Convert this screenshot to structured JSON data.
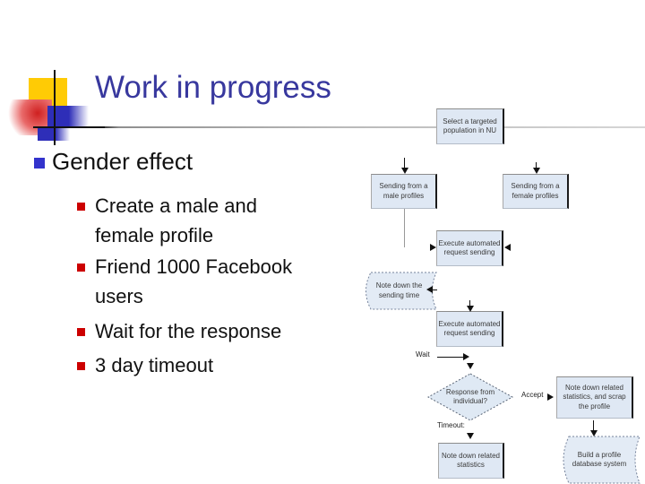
{
  "slide": {
    "title": "Work in progress",
    "bullet_l1": "Gender effect",
    "bullets_l2": [
      {
        "text": "Create a male and female profile"
      },
      {
        "text": "Friend 1000 Facebook users"
      },
      {
        "text": "Wait for the response"
      },
      {
        "text": "3 day timeout"
      }
    ]
  },
  "flowchart": {
    "nodes": [
      {
        "id": "select-population",
        "shape": "rect",
        "label": "Select a targeted population in NU"
      },
      {
        "id": "sending-male",
        "shape": "rect",
        "label": "Sending from a male profiles"
      },
      {
        "id": "sending-female",
        "shape": "rect",
        "label": "Sending from a female profiles"
      },
      {
        "id": "execute-1",
        "shape": "rect",
        "label": "Execute automated request sending"
      },
      {
        "id": "note-sending-time",
        "shape": "stored-data",
        "label": "Note down the sending time"
      },
      {
        "id": "execute-2",
        "shape": "rect",
        "label": "Execute automated request sending"
      },
      {
        "id": "response-decision",
        "shape": "diamond",
        "label": "Response from individual?"
      },
      {
        "id": "note-scrap",
        "shape": "rect",
        "label": "Note down related statistics, and scrap the profile"
      },
      {
        "id": "note-statistics",
        "shape": "rect",
        "label": "Note down related statistics"
      },
      {
        "id": "build-database",
        "shape": "stored-data",
        "label": "Build a profile database system"
      }
    ],
    "edge_labels": {
      "wait": "Wait",
      "accept": "Accept",
      "timeout": "Timeout:"
    }
  },
  "colors": {
    "title_blue": "#38389e",
    "bullet_blue": "#3333cc",
    "bullet_red": "#cc0000",
    "node_fill": "#dfe8f4",
    "node_border": "#8c8c8c",
    "node_shadow": "#1a1a1a",
    "deco_yellow": "#ffcb05",
    "deco_red": "#cf2020",
    "deco_blue": "#2e2eb8"
  }
}
